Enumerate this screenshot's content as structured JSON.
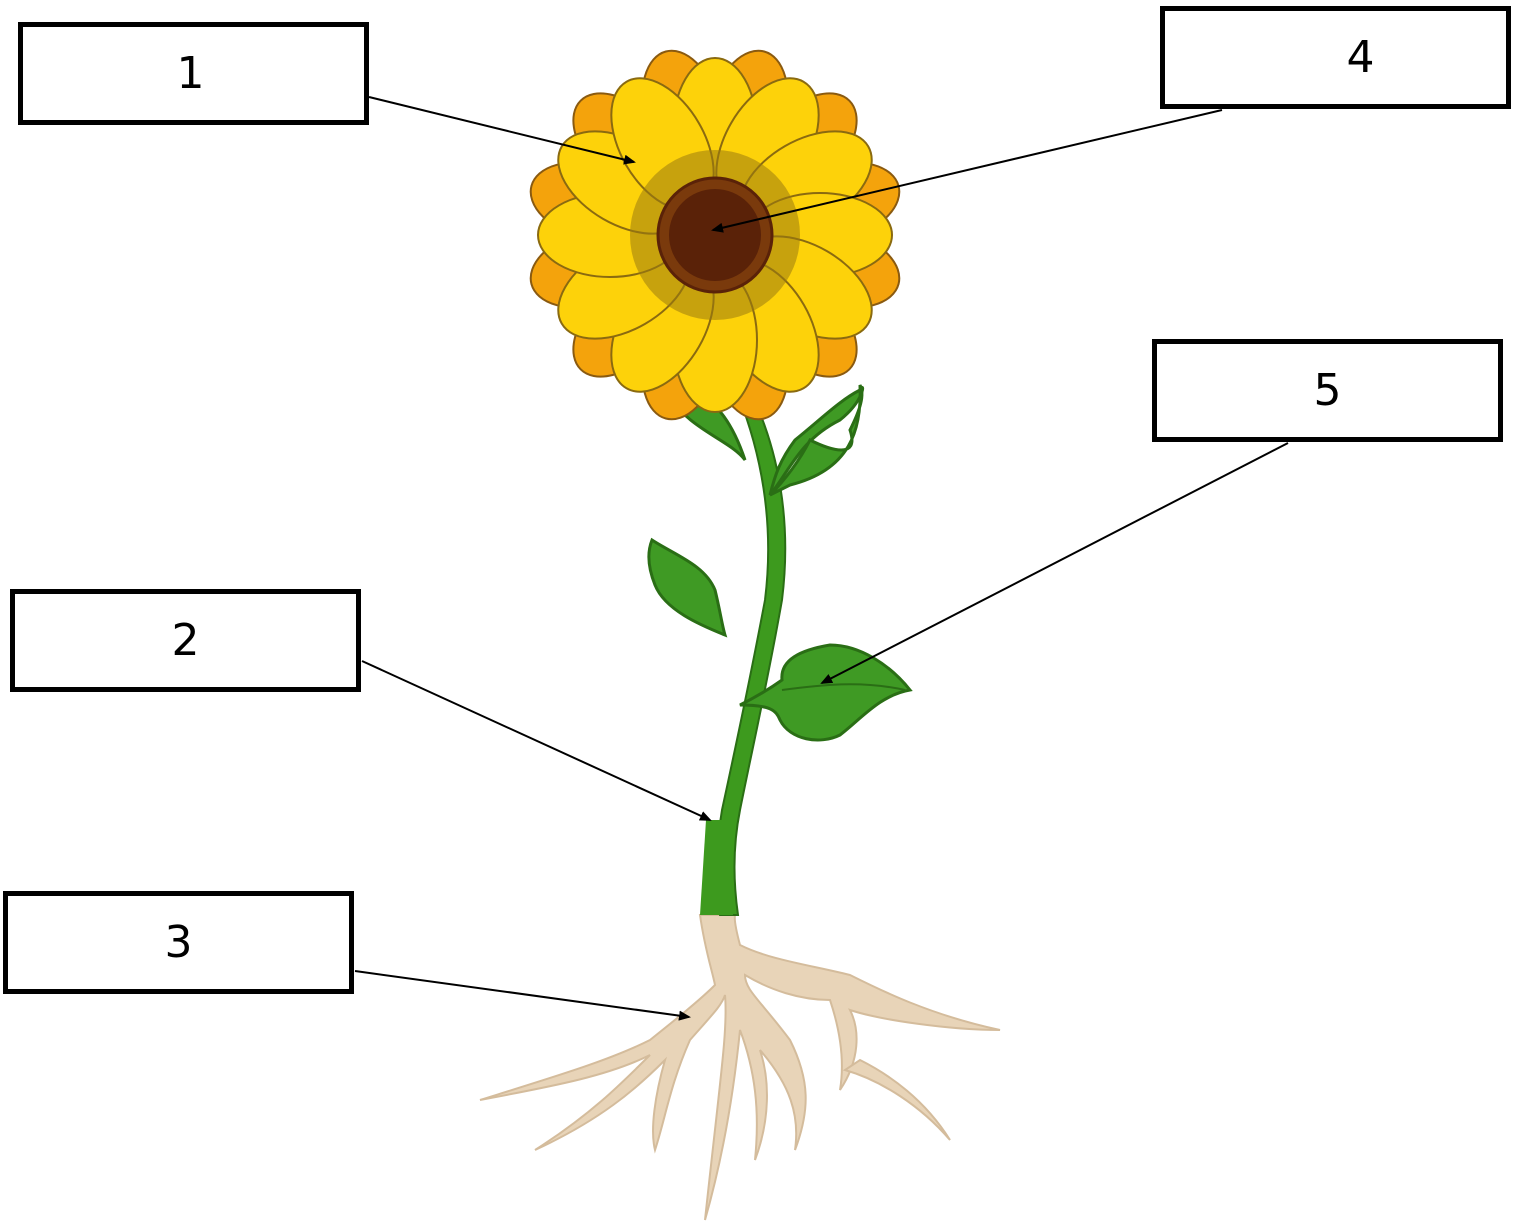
{
  "labels": [
    {
      "id": "1",
      "text": "1"
    },
    {
      "id": "2",
      "text": "2"
    },
    {
      "id": "3",
      "text": "3"
    },
    {
      "id": "4",
      "text": "4"
    },
    {
      "id": "5",
      "text": "5"
    }
  ],
  "colors": {
    "petal_outer": "#F4A30C",
    "petal_inner": "#FDD20A",
    "center_ring": "#7A3A0C",
    "center_disk": "#5A2208",
    "stem": "#3D9A1E",
    "leaf": "#3F9A24",
    "leaf_dark": "#2A6E15",
    "root": "#E8D4B8",
    "line": "#000000"
  }
}
